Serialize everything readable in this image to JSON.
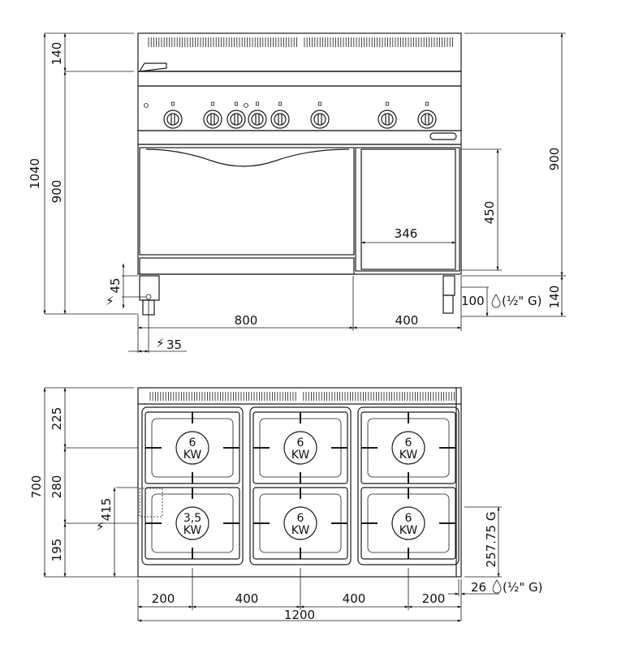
{
  "front_view": {
    "dims": {
      "total_height": "1040",
      "top_height": "140",
      "body_height": "900",
      "foot_offset": "45",
      "electric_offset": "35",
      "oven_width": "800",
      "cabinet_width": "400",
      "cabinet_inner_width": "346",
      "cabinet_inner_height": "450",
      "right_body_height": "900",
      "right_foot_height": "140",
      "gas_connection_height": "100",
      "gas_connection_label": "(½\" G)"
    },
    "knob_count": 8
  },
  "top_view": {
    "dims": {
      "depth_total": "700",
      "depth_back": "225",
      "depth_middle": "280",
      "depth_front": "195",
      "electric_depth": "415",
      "gas_depth": "257.75 G",
      "gas_offset": "26",
      "gas_label": "(½\" G)",
      "width_segments": [
        "200",
        "400",
        "400",
        "200"
      ],
      "total_width": "1200"
    },
    "burners": [
      {
        "power": "6",
        "unit": "KW"
      },
      {
        "power": "6",
        "unit": "KW"
      },
      {
        "power": "6",
        "unit": "KW"
      },
      {
        "power": "3,5",
        "unit": "KW"
      },
      {
        "power": "6",
        "unit": "KW"
      },
      {
        "power": "6",
        "unit": "KW"
      }
    ]
  }
}
